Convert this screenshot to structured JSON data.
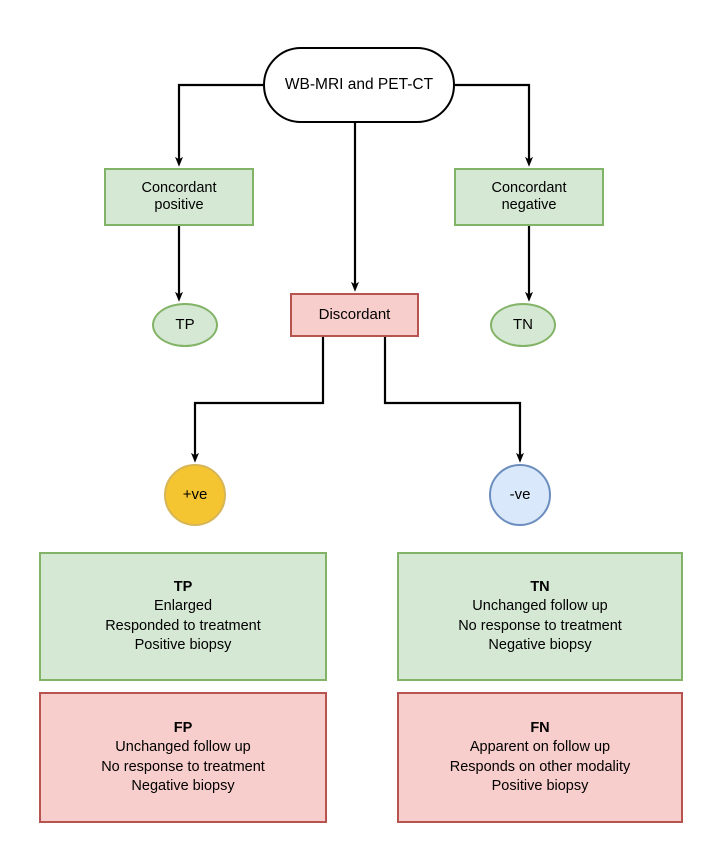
{
  "diagram": {
    "title_node": {
      "label": "WB-MRI and PET-CT"
    },
    "nodes": {
      "concordant_positive": {
        "line1": "Concordant",
        "line2": "positive"
      },
      "concordant_negative": {
        "line1": "Concordant",
        "line2": "negative"
      },
      "discordant": {
        "label": "Discordant"
      },
      "tp_ellipse": {
        "label": "TP"
      },
      "tn_ellipse": {
        "label": "TN"
      },
      "positive_circle": {
        "label": "+ve"
      },
      "negative_circle": {
        "label": "-ve"
      }
    },
    "panels": [
      {
        "key": "tp",
        "title": "TP",
        "lines": [
          "Enlarged",
          "Responded to treatment",
          "Positive biopsy"
        ]
      },
      {
        "key": "tn",
        "title": "TN",
        "lines": [
          "Unchanged follow up",
          "No response to treatment",
          "Negative biopsy"
        ]
      },
      {
        "key": "fp",
        "title": "FP",
        "lines": [
          "Unchanged follow up",
          "No response to treatment",
          "Negative biopsy"
        ]
      },
      {
        "key": "fn",
        "title": "FN",
        "lines": [
          "Apparent on follow up",
          "Responds on other modality",
          "Positive biopsy"
        ]
      }
    ],
    "colors": {
      "green_fill": "#d5e8d4",
      "green_stroke": "#82b366",
      "pink_fill": "#f8cecc",
      "pink_stroke": "#b85450",
      "yellow_fill": "#f5c431",
      "yellow_stroke": "#d6b656",
      "blue_fill": "#dae8fc",
      "blue_stroke": "#6c8ebf",
      "edge_stroke": "#000000",
      "background": "#ffffff"
    }
  }
}
